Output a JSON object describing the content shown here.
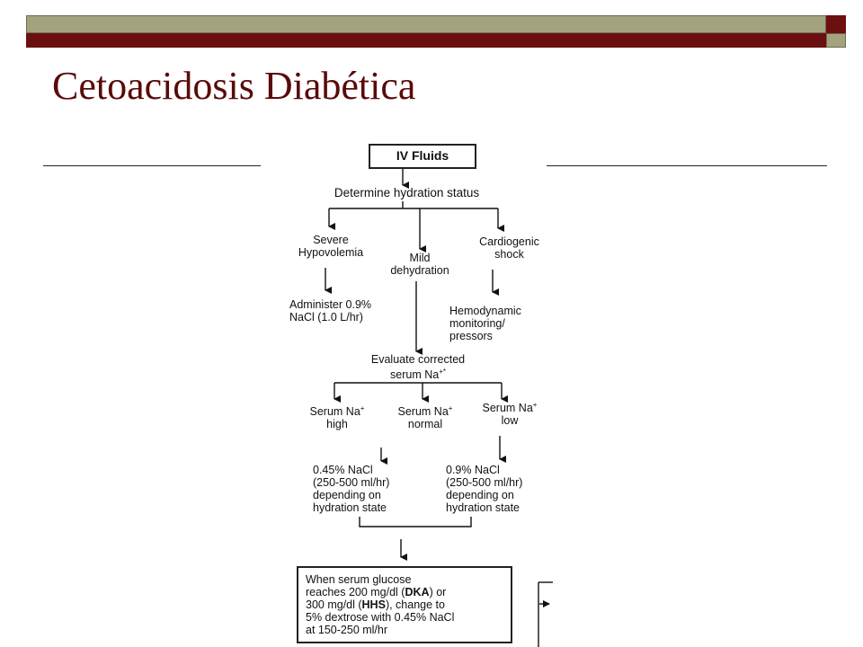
{
  "slide": {
    "title": "Cetoacidosis Diabética",
    "accent_maroon": "#6b1010",
    "accent_olive": "#a4a37f"
  },
  "flowchart": {
    "start": "IV Fluids",
    "determine": "Determine hydration status",
    "severe_line1": "Severe",
    "severe_line2": "Hypovolemia",
    "mild_line1": "Mild",
    "mild_line2": "dehydration",
    "cardio_line1": "Cardiogenic",
    "cardio_line2": "shock",
    "administer_line1": "Administer 0.9%",
    "administer_line2": "NaCl (1.0 L/hr)",
    "hemo_line1": "Hemodynamic",
    "hemo_line2": "monitoring/",
    "hemo_line3": "pressors",
    "evaluate_line1": "Evaluate corrected",
    "evaluate_line2": "serum Na",
    "na_sup": "+*",
    "high_line1": "Serum Na",
    "high_line2": "high",
    "normal_line1": "Serum Na",
    "normal_line2": "normal",
    "low_line1": "Serum Na",
    "low_line2": "low",
    "plus_sup": "+",
    "hypo_045_line1": "0.45% NaCl",
    "hypo_045_line2": "(250-500 ml/hr)",
    "hypo_045_line3": "depending on",
    "hypo_045_line4": "hydration state",
    "iso_09_line1": "0.9% NaCl",
    "iso_09_line2": "(250-500 ml/hr)",
    "iso_09_line3": "depending on",
    "iso_09_line4": "hydration state",
    "glucose_line1": "When serum glucose",
    "glucose_line2a": "reaches 200 mg/dl (",
    "glucose_dka": "DKA",
    "glucose_line2b": ") or",
    "glucose_line3a": "300 mg/dl (",
    "glucose_hhs": "HHS",
    "glucose_line3b": "), change to",
    "glucose_line4": "5% dextrose with 0.45% NaCl",
    "glucose_line5": "at 150-250 ml/hr"
  }
}
